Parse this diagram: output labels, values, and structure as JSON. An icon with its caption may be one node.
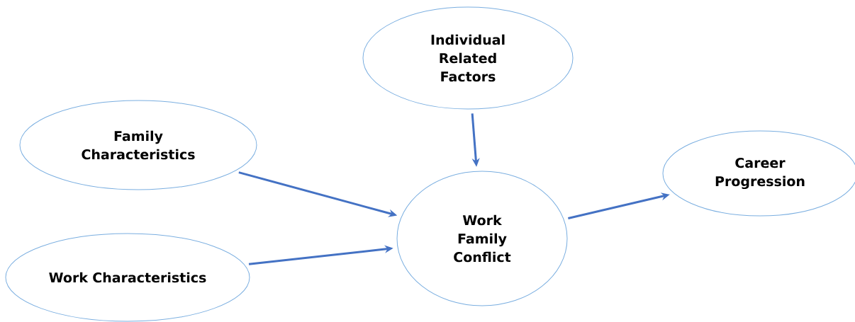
{
  "diagram": {
    "nodes": [
      {
        "text": [
          "Individual Related Factors"
        ]
      },
      {
        "text": [
          "Family Characteristics"
        ]
      },
      {
        "text": [
          "Career Progression"
        ]
      },
      {
        "text": [
          "Work Family Conflict"
        ]
      },
      {
        "text": [
          "Work Characteristics"
        ]
      }
    ],
    "edges": [
      {
        "from": 0,
        "to": 3,
        "arrow": "to"
      },
      {
        "from": 1,
        "to": 3,
        "arrow": "to"
      },
      {
        "from": 3,
        "to": 2,
        "arrow": "to"
      },
      {
        "from": 4,
        "to": 3,
        "arrow": "to"
      }
    ]
  }
}
